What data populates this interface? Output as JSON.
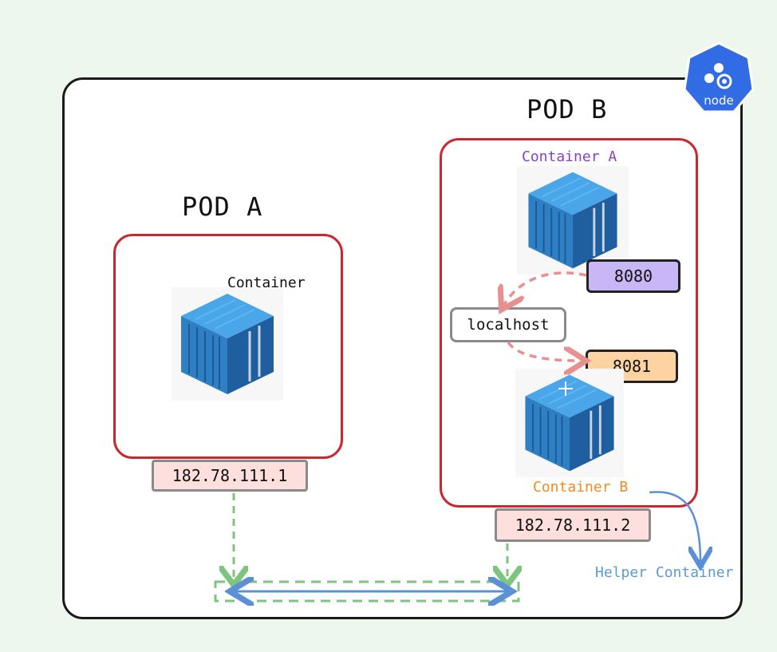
{
  "node": {
    "badge_label": "node",
    "icon": "kubernetes-node-icon"
  },
  "pod_a": {
    "title": "POD A",
    "container_label": "Container",
    "ip": "182.78.111.1"
  },
  "pod_b": {
    "title": "POD B",
    "container_a_label": "Container A",
    "container_b_label": "Container B",
    "port_a": "8080",
    "port_b": "8081",
    "localhost_label": "localhost",
    "ip": "182.78.111.2"
  },
  "helper_container_label": "Helper Container",
  "colors": {
    "pod_border": "#c8282e",
    "container_a_label": "#8a3fc7",
    "container_b_label": "#f08a1c",
    "helper_label": "#5b9bd5",
    "port_a_fill": "#c9b6f7",
    "port_b_fill": "#fcd3a1",
    "ip_fill": "#fde0de",
    "network_dash": "#7dc47f",
    "arrow_blue": "#5b8fd6",
    "localhost_arrow": "#e89090"
  }
}
